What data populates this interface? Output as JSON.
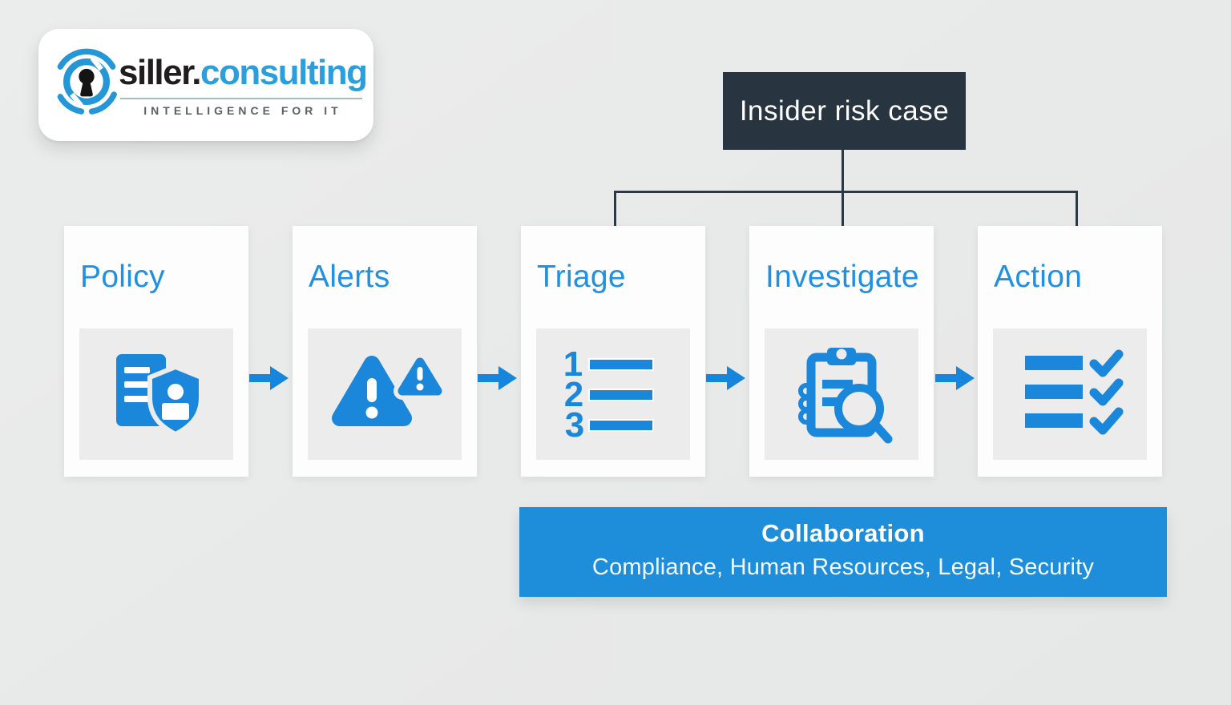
{
  "logo": {
    "icon": "keyhole-security-icon",
    "brand_primary": "siller.",
    "brand_secondary": "consulting",
    "tagline": "INTELLIGENCE FOR IT"
  },
  "root_node": {
    "label": "Insider risk case"
  },
  "stages": [
    {
      "label": "Policy",
      "icon": "policy-document-shield-icon"
    },
    {
      "label": "Alerts",
      "icon": "warning-triangles-icon"
    },
    {
      "label": "Triage",
      "icon": "numbered-list-icon",
      "icon_numbers": [
        "1",
        "2",
        "3"
      ]
    },
    {
      "label": "Investigate",
      "icon": "clipboard-magnifier-icon"
    },
    {
      "label": "Action",
      "icon": "checklist-checkmarks-icon"
    }
  ],
  "flow_arrows": {
    "icon": "right-arrow-icon",
    "count": 4
  },
  "collaboration": {
    "title": "Collaboration",
    "subtitle": "Compliance, Human Resources, Legal, Security"
  },
  "colors": {
    "background": "#e9eaea",
    "card_white": "#fdfdfd",
    "icon_area_gray": "#ececec",
    "accent_blue_icons": "#1b87da",
    "accent_blue_titles": "#2090e2",
    "collaboration_bar_blue": "#1e8dda",
    "root_node_dark": "#28343f",
    "connector_dark": "#2c3942",
    "logo_blue": "#2b9fdc",
    "logo_black": "#1f1d1e",
    "tagline_gray": "#5b6063"
  }
}
